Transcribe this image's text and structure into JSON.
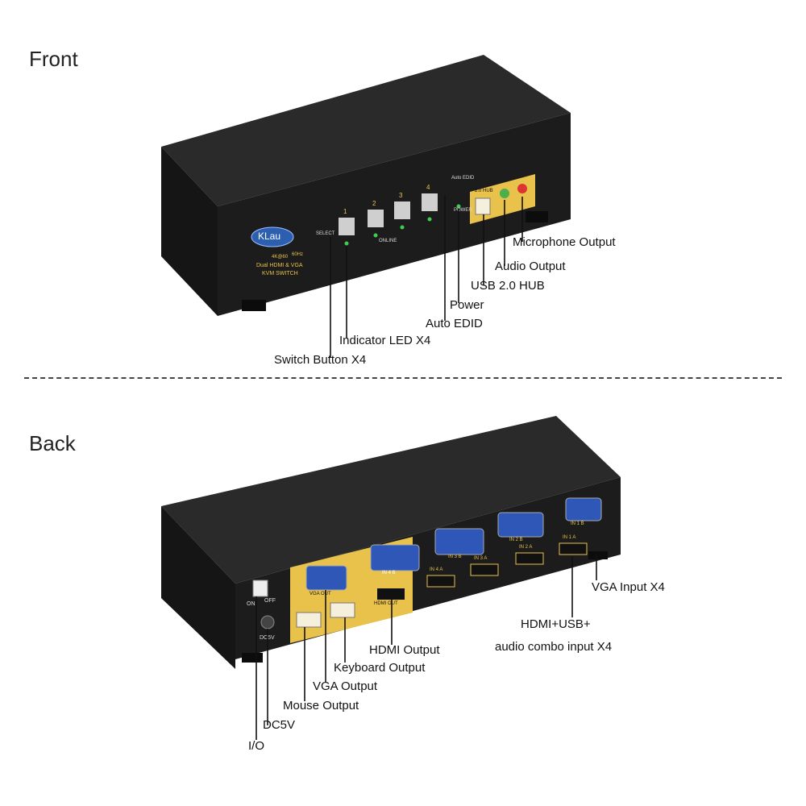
{
  "sections": {
    "front": "Front",
    "back": "Back"
  },
  "front": {
    "brand": "KLau",
    "select_label": "SELECT",
    "online_label": "ONLINE",
    "auto_edid_small": "Auto EDID",
    "power_small": "POWER",
    "hub_small": "2.0 HUB",
    "product_line1": "Dual HDMI & VGA",
    "product_line2": "KVM SWITCH",
    "spec_badge1": "4K@60",
    "spec_badge2": "60Hz",
    "button_numbers": [
      "1",
      "2",
      "3",
      "4"
    ],
    "callouts": {
      "microphone_output": "Microphone Output",
      "audio_output": "Audio Output",
      "usb_hub": "USB 2.0 HUB",
      "power": "Power",
      "auto_edid": "Auto EDID",
      "indicator_led": "Indicator LED X4",
      "switch_button": "Switch Button X4"
    }
  },
  "back": {
    "switch_on": "ON",
    "switch_off": "OFF",
    "dc_small": "DC5V",
    "vga_out_small": "VGA OUT",
    "hdmi_out_small": "HDMI OUT",
    "in_labels_b": [
      "IN 4 B",
      "IN 3 B",
      "IN 2 B",
      "IN 1 B"
    ],
    "in_labels_a": [
      "IN 4 A",
      "IN 3 A",
      "IN 2 A",
      "IN 1 A"
    ],
    "callouts": {
      "vga_input": "VGA Input X4",
      "combo_line1": "HDMI+USB+",
      "combo_line2": "audio combo input X4",
      "hdmi_output": "HDMI Output",
      "keyboard_output": "Keyboard Output",
      "vga_output": "VGA Output",
      "mouse_output": "Mouse Output",
      "dc5v": "DC5V",
      "io": "I/O"
    }
  },
  "colors": {
    "body": "#1c1c1c",
    "gold": "#e8c24a",
    "vga_blue": "#2f57b8",
    "led_green": "#3ccf4e"
  }
}
